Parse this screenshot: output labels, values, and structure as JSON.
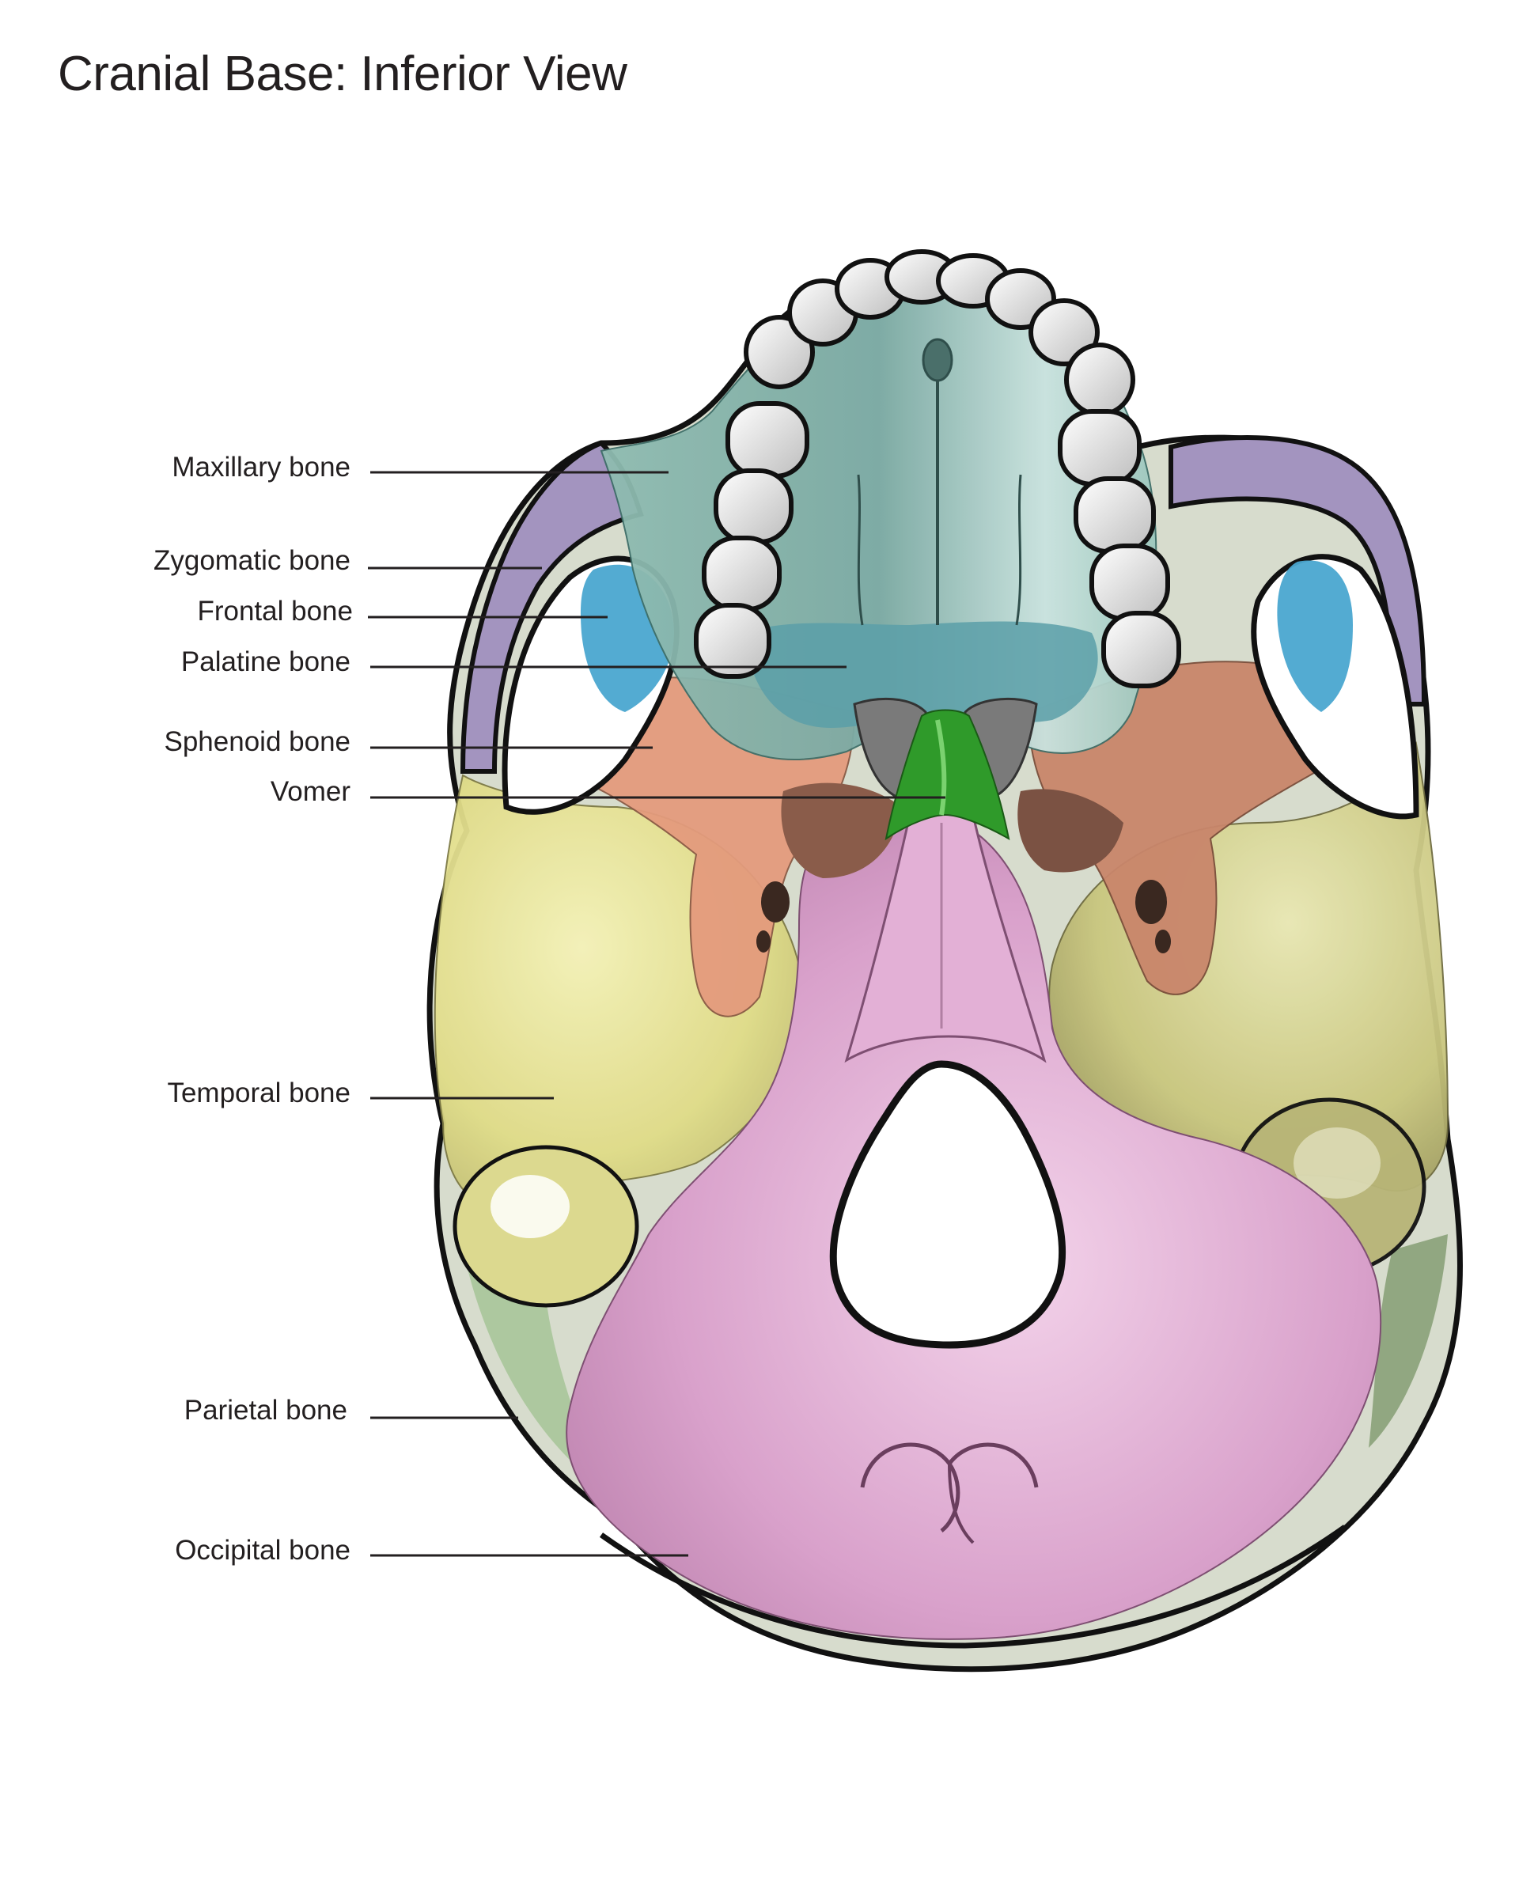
{
  "title": "Cranial Base: Inferior View",
  "labels": [
    {
      "id": "maxillary",
      "text": "Maxillary bone"
    },
    {
      "id": "zygomatic",
      "text": "Zygomatic bone"
    },
    {
      "id": "frontal",
      "text": "Frontal bone"
    },
    {
      "id": "palatine",
      "text": "Palatine bone"
    },
    {
      "id": "sphenoid",
      "text": "Sphenoid bone"
    },
    {
      "id": "vomer",
      "text": "Vomer"
    },
    {
      "id": "temporal",
      "text": "Temporal bone"
    },
    {
      "id": "parietal",
      "text": "Parietal bone"
    },
    {
      "id": "occipital",
      "text": "Occipital bone"
    }
  ],
  "colors": {
    "maxillary": "#9fcfc3",
    "zygomatic": "#a394bf",
    "frontal": "#4aa7d0",
    "palatine": "#5a9fa8",
    "sphenoid": "#e2977a",
    "vomer": "#2f9a2a",
    "temporal": "#e9e58c",
    "parietal": "#a9c59a",
    "occipital": "#d9a1cb",
    "outline": "#111111",
    "teeth": "#e8e8e8"
  }
}
